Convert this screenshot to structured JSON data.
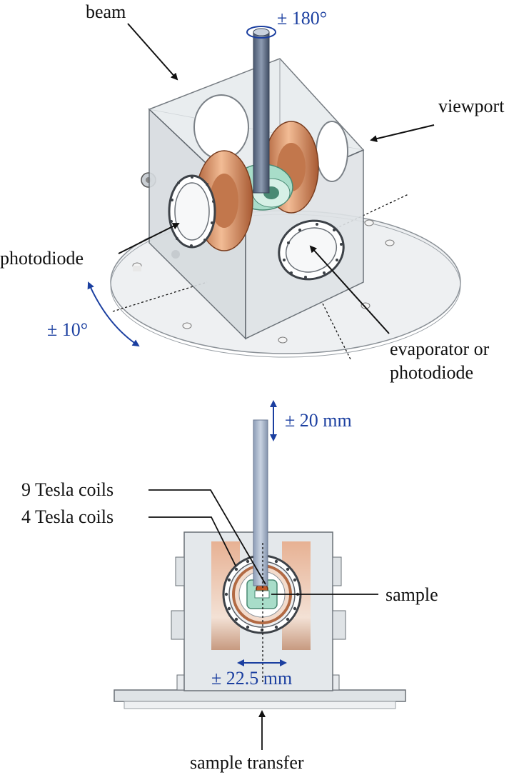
{
  "labels": {
    "beam": "beam",
    "rotation_top": "± 180°",
    "viewport": "viewport",
    "photodiode": "photodiode",
    "tilt": "± 10°",
    "evaporator_line1": "evaporator or",
    "evaporator_line2": "photodiode",
    "travel_vertical": "± 20 mm",
    "coils_9t": "9 Tesla coils",
    "coils_4t": "4 Tesla coils",
    "sample": "sample",
    "travel_horizontal": "± 22.5 mm",
    "sample_transfer": "sample transfer"
  },
  "colors": {
    "annotation_blue": "#1b3fa0",
    "copper": "#d98b5e",
    "chamber": "#dde2e6",
    "rod": "#5e6e86",
    "sample_holder": "#a8ddc9"
  }
}
